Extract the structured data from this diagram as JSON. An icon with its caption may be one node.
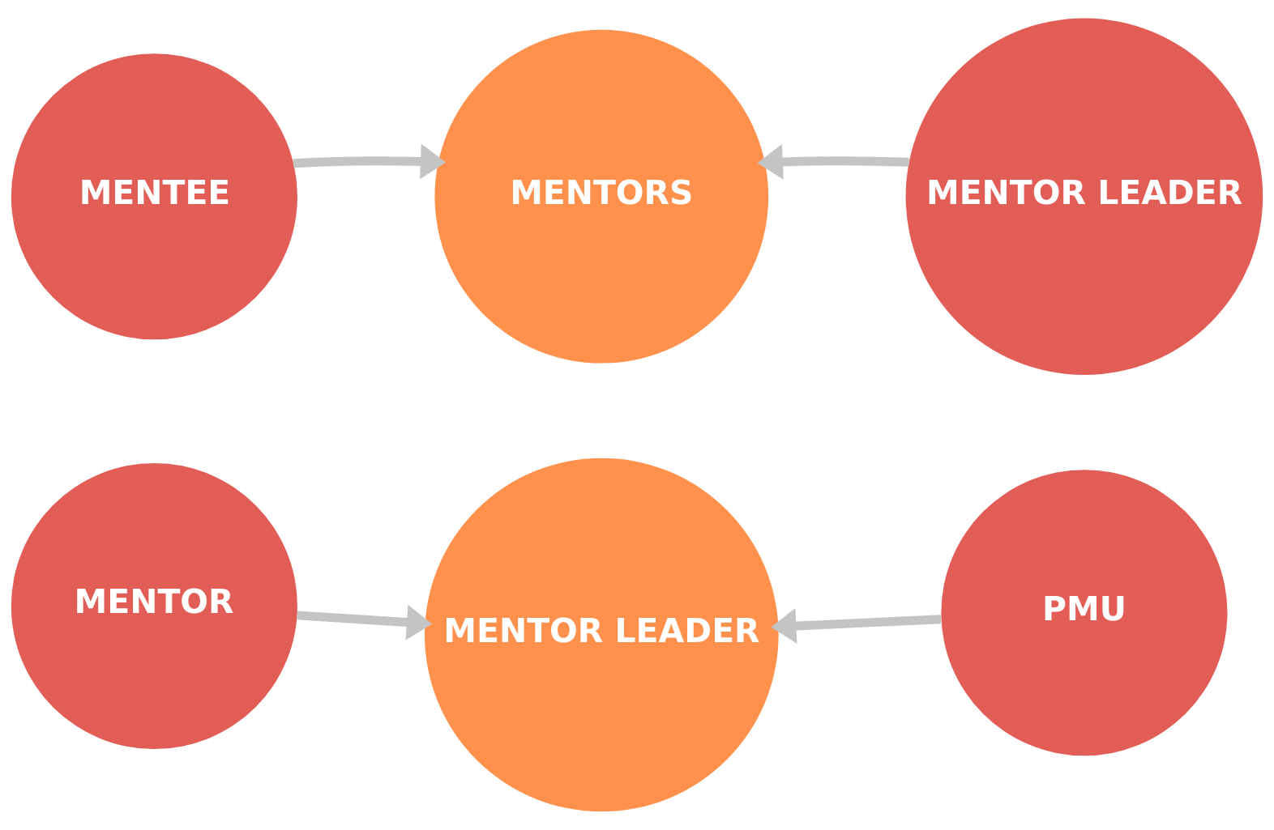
{
  "diagram": {
    "nodes": [
      {
        "text": [
          "MENTEE"
        ]
      },
      {
        "text": [
          "MENTORS"
        ]
      },
      {
        "text": [
          "MENTOR LEADER"
        ]
      },
      {
        "text": [
          "MENTOR"
        ]
      },
      {
        "text": [
          "MENTOR LEADER"
        ]
      },
      {
        "text": [
          "PMU"
        ]
      }
    ],
    "edges": [
      {
        "from": 0,
        "to": 1,
        "arrow": "to"
      },
      {
        "from": 2,
        "to": 1,
        "arrow": "to"
      },
      {
        "from": 3,
        "to": 4,
        "arrow": "to"
      },
      {
        "from": 5,
        "to": 4,
        "arrow": "to"
      }
    ]
  }
}
